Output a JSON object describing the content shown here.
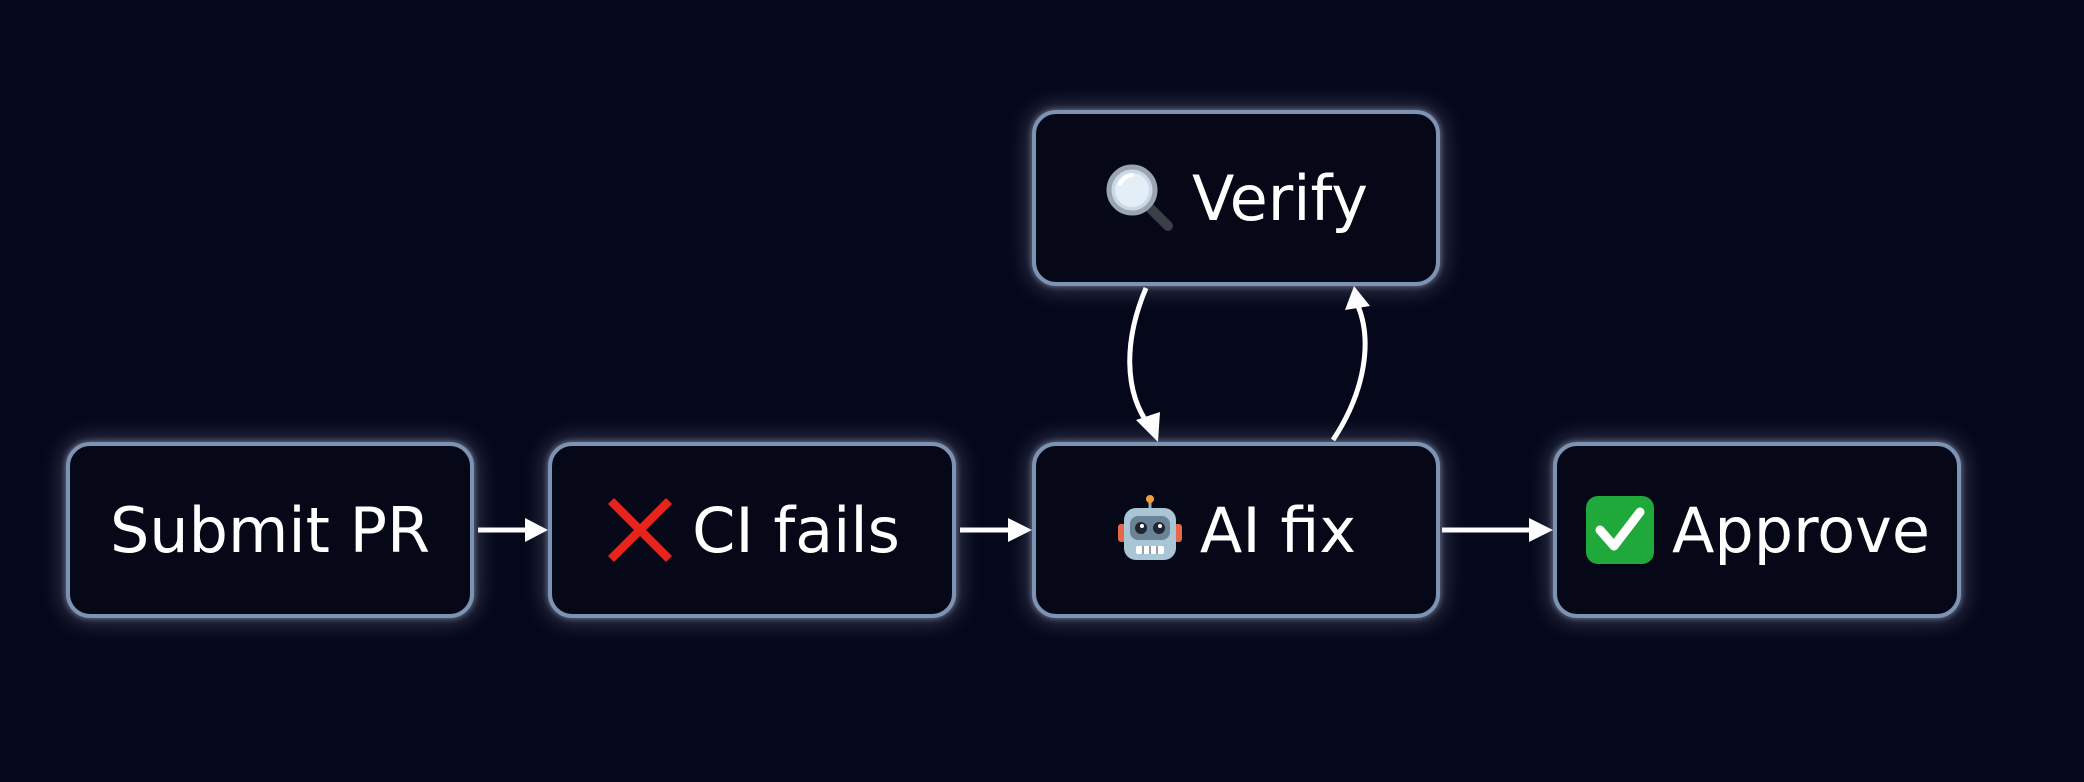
{
  "nodes": {
    "submit": {
      "label": "Submit PR"
    },
    "ci": {
      "label": "CI fails",
      "icon": "red-x-icon"
    },
    "aifix": {
      "label": "AI fix",
      "icon": "robot-icon"
    },
    "verify": {
      "label": "Verify",
      "icon": "magnifying-glass-icon"
    },
    "approve": {
      "label": "Approve",
      "icon": "green-checkmark-icon"
    }
  },
  "edges": [
    {
      "from": "Submit PR",
      "to": "CI fails"
    },
    {
      "from": "CI fails",
      "to": "AI fix"
    },
    {
      "from": "AI fix",
      "to": "Approve"
    },
    {
      "from": "AI fix",
      "to": "Verify"
    },
    {
      "from": "Verify",
      "to": "AI fix"
    }
  ],
  "colors": {
    "background": "#05071a",
    "node_border": "#7c93b4",
    "node_fill": "#060818",
    "text": "#ffffff",
    "arrow": "#ffffff",
    "x_icon": "#e8231c",
    "check_icon": "#1fa93a"
  }
}
